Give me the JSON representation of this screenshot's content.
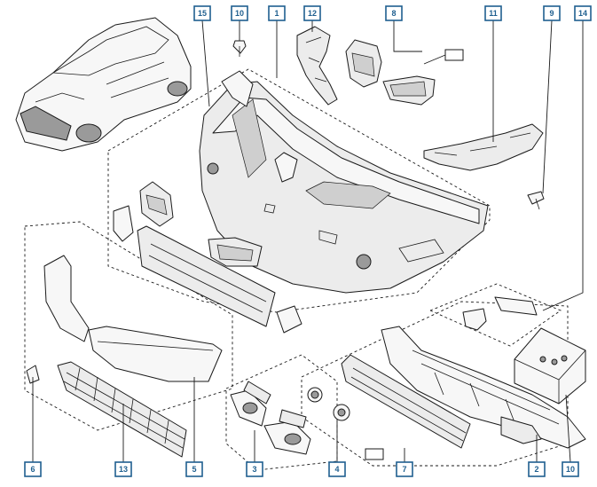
{
  "diagram": {
    "callouts": [
      {
        "id": "c15",
        "label": "15",
        "target": "front-bumper-upper-trim"
      },
      {
        "id": "c10a",
        "label": "10",
        "target": "top-clip"
      },
      {
        "id": "c1",
        "label": "1",
        "target": "front-bumper-shell"
      },
      {
        "id": "c12",
        "label": "12",
        "target": "left-bracket"
      },
      {
        "id": "c8",
        "label": "8",
        "target": "side-grilles-kit"
      },
      {
        "id": "c11",
        "label": "11",
        "target": "right-bracket"
      },
      {
        "id": "c9",
        "label": "9",
        "target": "push-pin"
      },
      {
        "id": "c14",
        "label": "14",
        "target": "bracket-set"
      },
      {
        "id": "c6",
        "label": "6",
        "target": "small-clip"
      },
      {
        "id": "c13",
        "label": "13",
        "target": "lower-mesh-grille"
      },
      {
        "id": "c5",
        "label": "5",
        "target": "trim-strips"
      },
      {
        "id": "c3",
        "label": "3",
        "target": "fog-lamp-bezels"
      },
      {
        "id": "c4",
        "label": "4",
        "target": "fog-lamp-caps"
      },
      {
        "id": "c7",
        "label": "7",
        "target": "lower-grille-kit"
      },
      {
        "id": "c2",
        "label": "2",
        "target": "undertray"
      },
      {
        "id": "c10b",
        "label": "10",
        "target": "fastener-box"
      }
    ]
  }
}
